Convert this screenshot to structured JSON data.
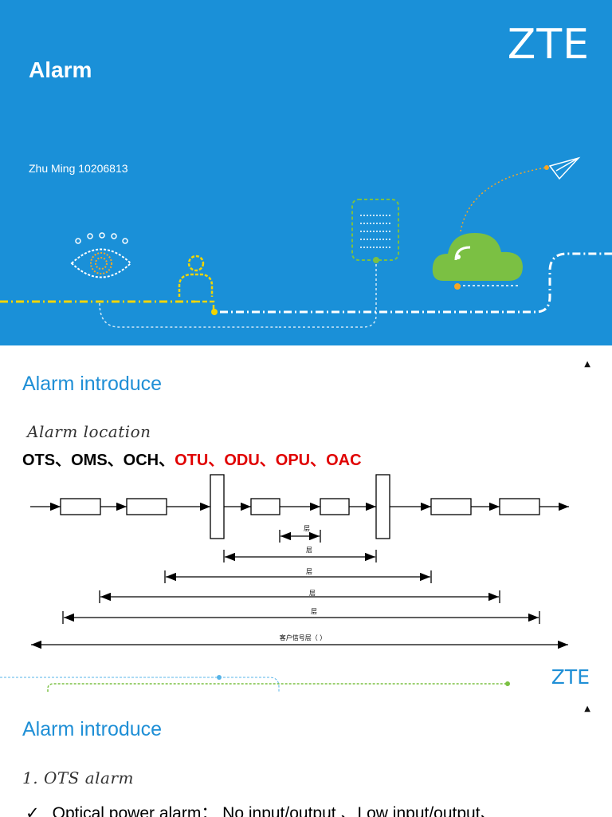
{
  "slide1": {
    "title": "Alarm",
    "logo": "ZTE",
    "author": "Zhu Ming 10206813",
    "icons": [
      "eye-icon",
      "person-icon",
      "server-icon",
      "cloud-icon",
      "paper-plane-icon"
    ]
  },
  "slide2": {
    "marker": "▲",
    "heading": "Alarm introduce",
    "subheading": "Alarm location",
    "layers_black": "OTS、OMS、OCH、",
    "layers_red": "OTU、ODU、OPU、OAC",
    "diagram_labels": {
      "l1": "层",
      "l2": "层",
      "l3": "层",
      "l4": "层",
      "l5": "层",
      "l6": "客户信号层（    ）"
    },
    "logo": "ZTE"
  },
  "slide3": {
    "marker": "▲",
    "heading": "Alarm introduce",
    "subheading": "1. OTS alarm",
    "bullet": "Optical power alarm： No input/output 、Low input/output、"
  },
  "colors": {
    "title_bg": "#1a90d8",
    "heading": "#1f8fd6",
    "red": "#e00000",
    "cloud": "#7bc043",
    "accent_yellow": "#f2d500",
    "accent_orange": "#f5a623"
  }
}
